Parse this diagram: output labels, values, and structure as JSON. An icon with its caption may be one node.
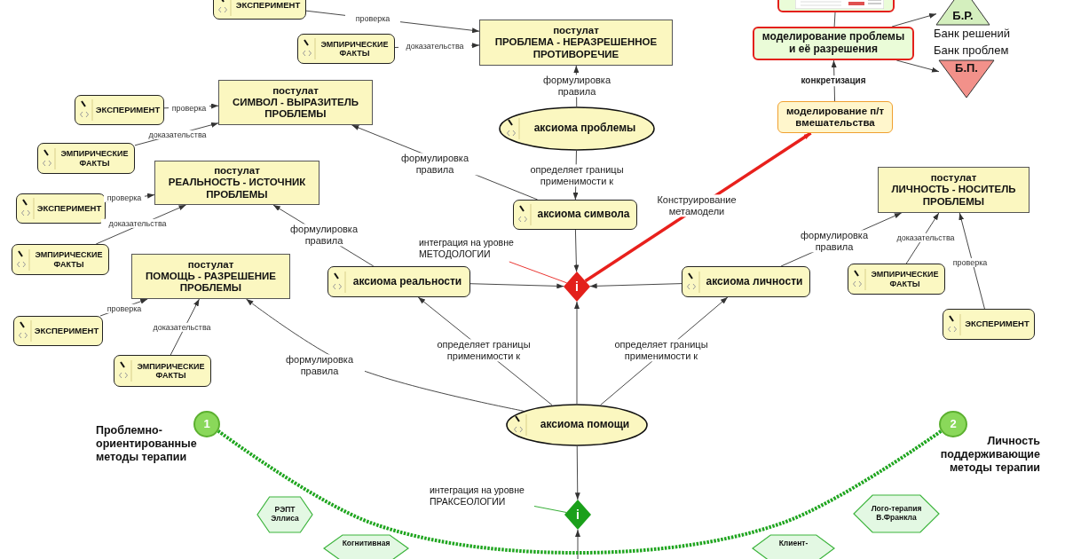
{
  "diagram": {
    "nodes": [
      {
        "text": [
          "ЭКСПЕРИМЕНТ"
        ]
      },
      {
        "text": [
          "ЭМПИРИЧЕСКИЕ ФАКТЫ"
        ]
      },
      {
        "text": [
          "постулат",
          "ПРОБЛЕМА - НЕРАЗРЕШЕННОЕ ПРОТИВОРЕЧИЕ"
        ]
      },
      {
        "text": [
          "ЭКСПЕРИМЕНТ"
        ]
      },
      {
        "text": [
          "постулат",
          "СИМВОЛ - ВЫРАЗИТЕЛЬ ПРОБЛЕМЫ"
        ]
      },
      {
        "text": [
          "ЭМПИРИЧЕСКИЕ ФАКТЫ"
        ]
      },
      {
        "text": [
          "постулат",
          "РЕАЛЬНОСТЬ - ИСТОЧНИК ПРОБЛЕМЫ"
        ]
      },
      {
        "text": [
          "ЭКСПЕРИМЕНТ"
        ]
      },
      {
        "text": [
          "ЭМПИРИЧЕСКИЕ ФАКТЫ"
        ]
      },
      {
        "text": [
          "постулат",
          "ПОМОЩЬ - РАЗРЕШЕНИЕ ПРОБЛЕМЫ"
        ]
      },
      {
        "text": [
          "ЭКСПЕРИМЕНТ"
        ]
      },
      {
        "text": [
          "ЭМПИРИЧЕСКИЕ ФАКТЫ"
        ]
      },
      {
        "text": [
          "аксиома проблемы"
        ]
      },
      {
        "text": [
          "аксиома символа"
        ]
      },
      {
        "text": [
          "аксиома реальности"
        ]
      },
      {
        "text": [
          "i"
        ]
      },
      {
        "text": [
          "аксиома личности"
        ]
      },
      {
        "text": [
          "постулат",
          "ЛИЧНОСТЬ - НОСИТЕЛЬ ПРОБЛЕМЫ"
        ]
      },
      {
        "text": [
          "ЭМПИРИЧЕСКИЕ ФАКТЫ"
        ]
      },
      {
        "text": [
          "ЭКСПЕРИМЕНТ"
        ]
      },
      {
        "text": [
          "аксиома помощи"
        ]
      },
      {
        "text": [
          "i"
        ]
      },
      {
        "text": [
          "моделирование п/т вмешательства"
        ]
      },
      {
        "text": [
          "моделирование проблемы и её разрешения"
        ]
      },
      {
        "text": [],
        "shape": "picture"
      },
      {
        "text": [
          "Б.Р."
        ],
        "beside": [
          "Банк решений"
        ]
      },
      {
        "text": [
          "Б.П."
        ],
        "beside": [
          "Банк проблем"
        ]
      },
      {
        "text": [
          "1"
        ],
        "beside": [
          "Проблемно-ориентированные методы терапии"
        ]
      },
      {
        "text": [
          "2"
        ],
        "beside": [
          "Личность поддерживающие методы терапии"
        ]
      },
      {
        "text": [
          "РЭПТ Эллиса"
        ]
      },
      {
        "text": [
          "Когнитивная"
        ]
      },
      {
        "text": [
          "Лого-терапия В.Франкла"
        ]
      },
      {
        "text": [
          "Клиент-"
        ]
      },
      {
        "text": [
          "интеграция на уровне МЕТОДОЛОГИИ"
        ]
      },
      {
        "text": [
          "интеграция на уровне ПРАКСЕОЛОГИИ"
        ]
      }
    ],
    "edges": [
      {
        "from": 0,
        "to": 2,
        "arrow": "to",
        "label": "проверка"
      },
      {
        "from": 1,
        "to": 2,
        "arrow": "to",
        "label": "доказательства"
      },
      {
        "from": 12,
        "to": 2,
        "arrow": "to",
        "label": "формулировка правила"
      },
      {
        "from": 3,
        "to": 4,
        "arrow": "to",
        "label": "проверка"
      },
      {
        "from": 5,
        "to": 4,
        "arrow": "to",
        "label": "доказательства"
      },
      {
        "from": 13,
        "to": 4,
        "arrow": "to",
        "label": "формулировка правила"
      },
      {
        "from": 7,
        "to": 6,
        "arrow": "to",
        "label": "проверка"
      },
      {
        "from": 8,
        "to": 6,
        "arrow": "to",
        "label": "доказательства"
      },
      {
        "from": 14,
        "to": 6,
        "arrow": "to",
        "label": "формулировка правила"
      },
      {
        "from": 10,
        "to": 9,
        "arrow": "to",
        "label": "проверка"
      },
      {
        "from": 11,
        "to": 9,
        "arrow": "to",
        "label": "доказательства"
      },
      {
        "from": 20,
        "to": 9,
        "arrow": "to",
        "label": "формулировка правила"
      },
      {
        "from": 12,
        "to": 13,
        "arrow": "to",
        "label": "определяет границы применимости к"
      },
      {
        "from": 13,
        "to": 15,
        "arrow": "to"
      },
      {
        "from": 14,
        "to": 15,
        "arrow": "to"
      },
      {
        "from": 16,
        "to": 15,
        "arrow": "to"
      },
      {
        "from": 20,
        "to": 15,
        "arrow": "to"
      },
      {
        "from": 20,
        "to": 14,
        "arrow": "to",
        "label": "определяет границы применимости к"
      },
      {
        "from": 20,
        "to": 16,
        "arrow": "to",
        "label": "определяет границы применимости к"
      },
      {
        "from": 16,
        "to": 17,
        "arrow": "to",
        "label": "формулировка правила"
      },
      {
        "from": 18,
        "to": 17,
        "arrow": "to",
        "label": "доказательства"
      },
      {
        "from": 19,
        "to": 17,
        "arrow": "to",
        "label": "проверка"
      },
      {
        "from": 15,
        "to": 22,
        "arrow": "to",
        "label": "Конструирование метамодели",
        "style": "thick",
        "color": "#e8201c"
      },
      {
        "from": 22,
        "to": 23,
        "arrow": "to",
        "label": "конкретизация"
      },
      {
        "from": 23,
        "to": 24,
        "arrow": "none"
      },
      {
        "from": 23,
        "to": 25,
        "arrow": "to"
      },
      {
        "from": 23,
        "to": 26,
        "arrow": "to"
      },
      {
        "from": 20,
        "to": 21,
        "arrow": "to"
      },
      {
        "from": null,
        "to": 21,
        "arrow": "to"
      },
      {
        "from": 27,
        "to": 28,
        "arrow": "none",
        "style": "dashed",
        "color": "#1fa51f"
      },
      {
        "from": 33,
        "to": 15,
        "arrow": "none",
        "color": "#e8201c"
      },
      {
        "from": 34,
        "to": 21,
        "arrow": "none",
        "color": "#1fa51f"
      }
    ]
  }
}
